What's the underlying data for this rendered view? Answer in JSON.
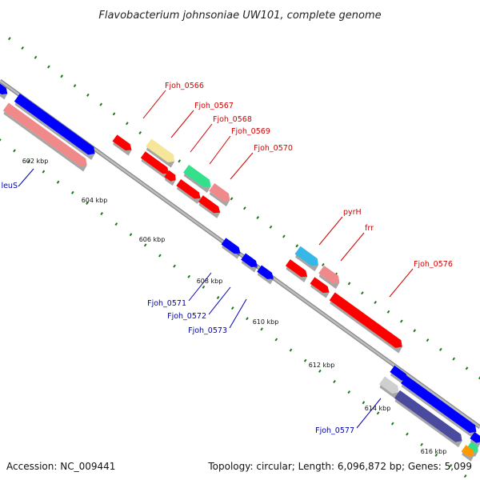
{
  "title": "Flavobacterium johnsoniae UW101, complete genome",
  "accession": "Accession: NC_009441",
  "summary": "Topology: circular; Length: 6,096,872 bp; Genes: 5,099",
  "colors": {
    "axis": "#999999",
    "dots": "#1a7a1a",
    "forward_label": "#d40000",
    "reverse_label": "#0000b0",
    "red": "#ff0000",
    "pink": "#f08a8a",
    "blue": "#0000ff",
    "yellow": "#f5e69a",
    "green": "#33e08c",
    "cyan": "#35b8e8",
    "navy": "#4a4a9e",
    "gray": "#cfcfcf",
    "orange": "#ff9900"
  },
  "scale_labels": [
    "602 kbp",
    "604 kbp",
    "606 kbp",
    "608 kbp",
    "610 kbp",
    "612 kbp",
    "614 kbp",
    "616 kbp"
  ],
  "forward_genes": [
    "Fjoh_0566",
    "Fjoh_0567",
    "Fjoh_0568",
    "Fjoh_0569",
    "Fjoh_0570",
    "pyrH",
    "frr",
    "Fjoh_0576"
  ],
  "reverse_genes": [
    "leuS",
    "Fjoh_0571",
    "Fjoh_0572",
    "Fjoh_0573",
    "Fjoh_0577"
  ]
}
